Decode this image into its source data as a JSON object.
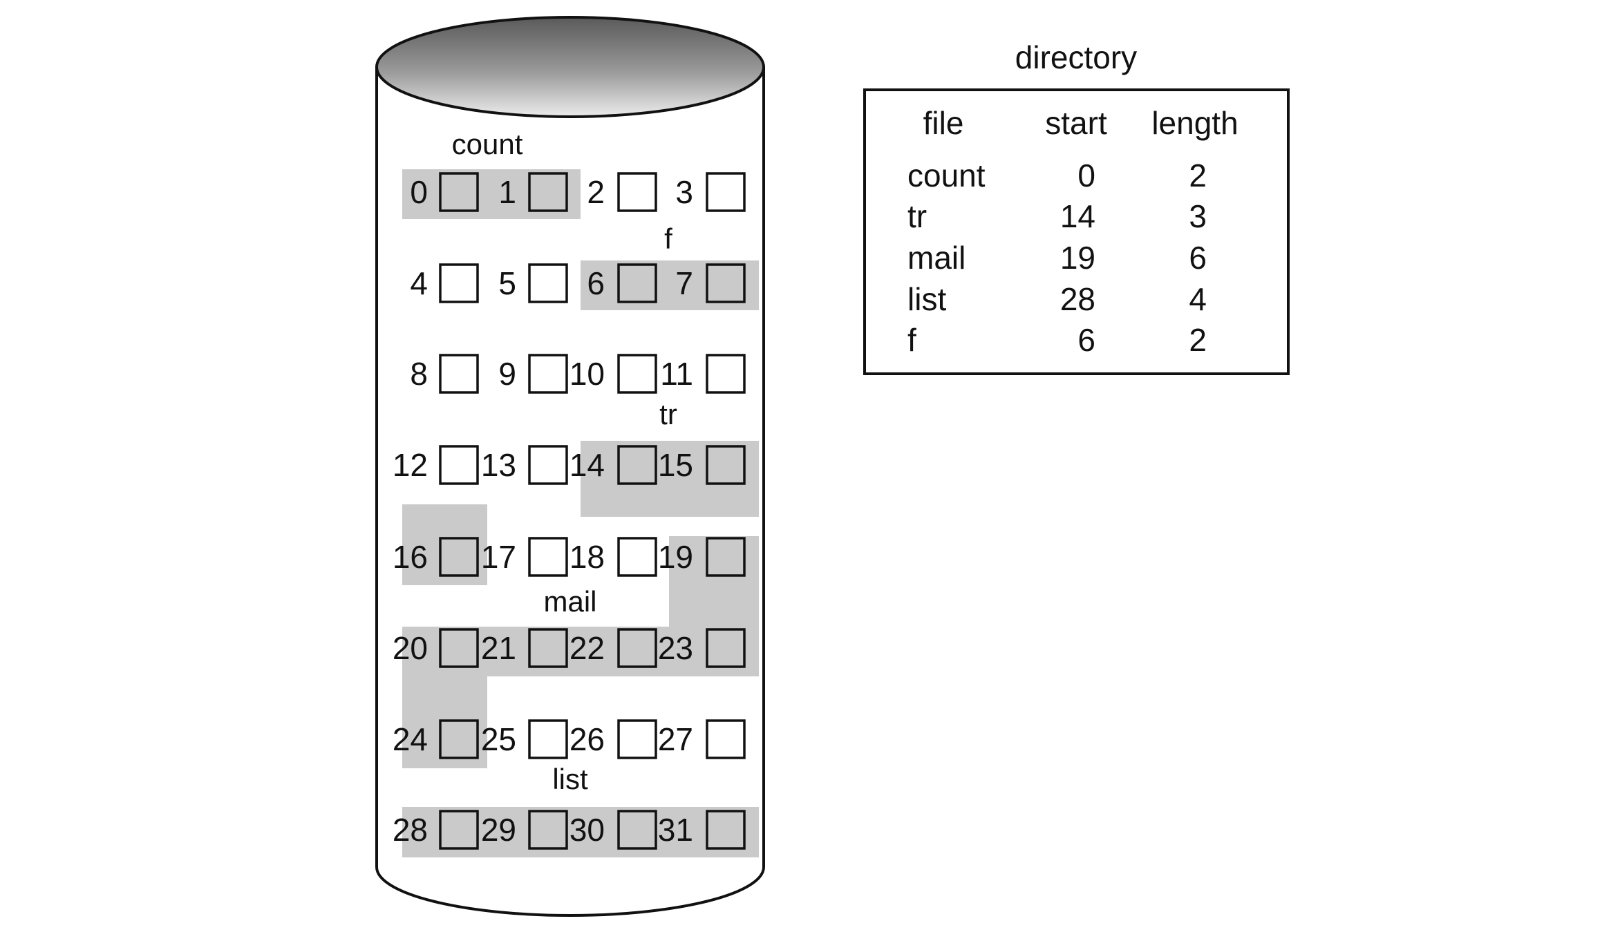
{
  "disk": {
    "blocks": [
      {
        "number": "0",
        "allocated": true
      },
      {
        "number": "1",
        "allocated": true
      },
      {
        "number": "2",
        "allocated": false
      },
      {
        "number": "3",
        "allocated": false
      },
      {
        "number": "4",
        "allocated": false
      },
      {
        "number": "5",
        "allocated": false
      },
      {
        "number": "6",
        "allocated": true
      },
      {
        "number": "7",
        "allocated": true
      },
      {
        "number": "8",
        "allocated": false
      },
      {
        "number": "9",
        "allocated": false
      },
      {
        "number": "10",
        "allocated": false
      },
      {
        "number": "11",
        "allocated": false
      },
      {
        "number": "12",
        "allocated": false
      },
      {
        "number": "13",
        "allocated": false
      },
      {
        "number": "14",
        "allocated": true
      },
      {
        "number": "15",
        "allocated": true
      },
      {
        "number": "16",
        "allocated": true
      },
      {
        "number": "17",
        "allocated": false
      },
      {
        "number": "18",
        "allocated": false
      },
      {
        "number": "19",
        "allocated": true
      },
      {
        "number": "20",
        "allocated": true
      },
      {
        "number": "21",
        "allocated": true
      },
      {
        "number": "22",
        "allocated": true
      },
      {
        "number": "23",
        "allocated": true
      },
      {
        "number": "24",
        "allocated": true
      },
      {
        "number": "25",
        "allocated": false
      },
      {
        "number": "26",
        "allocated": false
      },
      {
        "number": "27",
        "allocated": false
      },
      {
        "number": "28",
        "allocated": true
      },
      {
        "number": "29",
        "allocated": true
      },
      {
        "number": "30",
        "allocated": true
      },
      {
        "number": "31",
        "allocated": true
      }
    ],
    "file_labels": [
      "count",
      "f",
      "tr",
      "mail",
      "list"
    ]
  },
  "directory": {
    "title": "directory",
    "headers": [
      "file",
      "start",
      "length"
    ],
    "rows": [
      {
        "file": "count",
        "start": "0",
        "length": "2"
      },
      {
        "file": "tr",
        "start": "14",
        "length": "3"
      },
      {
        "file": "mail",
        "start": "19",
        "length": "6"
      },
      {
        "file": "list",
        "start": "28",
        "length": "4"
      },
      {
        "file": "f",
        "start": "6",
        "length": "2"
      }
    ]
  },
  "colors": {
    "allocated_fill": "#cbcacb",
    "outline": "#111111",
    "disk_top_light": "#ececec",
    "disk_top_dark": "#5a5a5a"
  }
}
